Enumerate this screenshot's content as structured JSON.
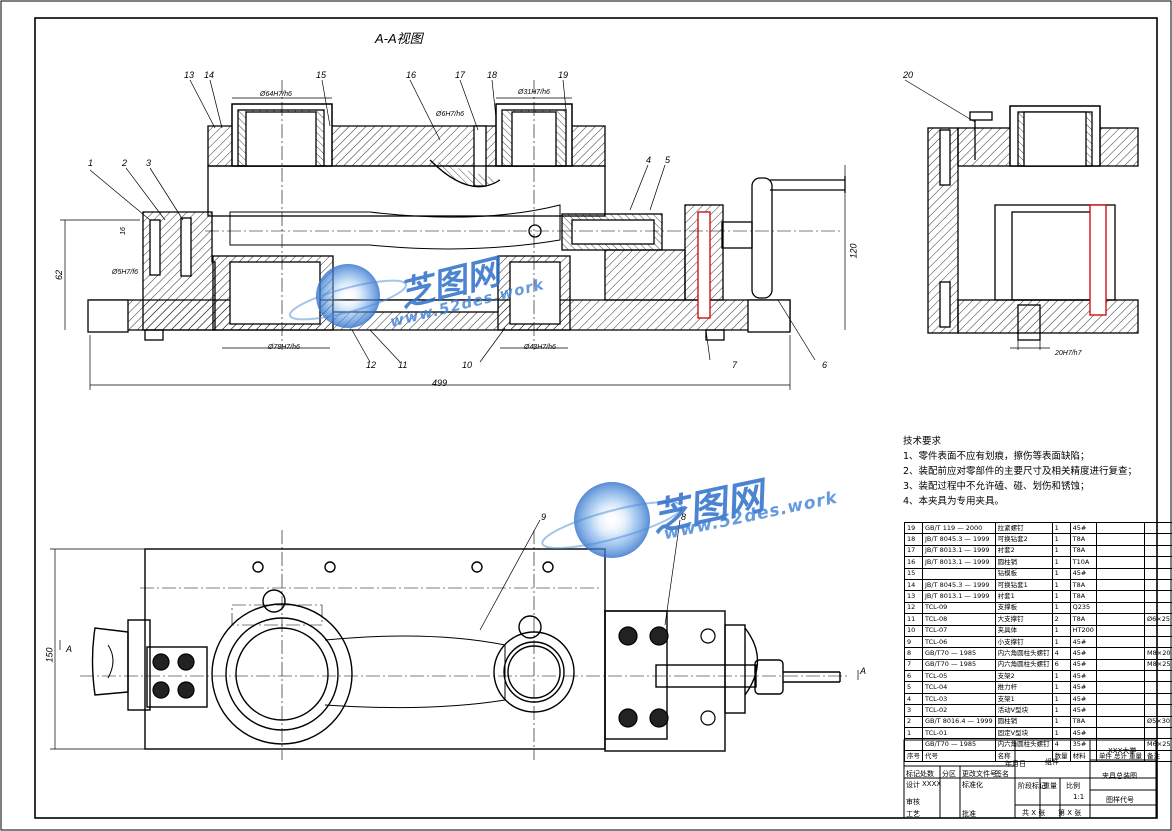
{
  "view_title": "A-A视图",
  "balloons_top": [
    "13",
    "14",
    "15",
    "16",
    "17",
    "18",
    "19",
    "20",
    "1",
    "2",
    "3",
    "4",
    "5",
    "6",
    "7",
    "10",
    "11",
    "12"
  ],
  "dimensions": {
    "d64": "Ø64H7/h6",
    "d6": "Ø6H7/h6",
    "d31": "Ø31H7/h6",
    "d5": "Ø5H7/f6",
    "d16": "16",
    "d62": "62",
    "d120": "120",
    "d499": "499",
    "d78": "Ø78H7/h6",
    "d43": "Ø43H7/h6",
    "d20": "20H7/h7",
    "d150": "150"
  },
  "balloons_bottom": [
    "9",
    "8"
  ],
  "section_mark": "A",
  "notes": {
    "heading": "技术要求",
    "items": [
      "1、零件表面不应有划痕，擦伤等表面缺陷；",
      "2、装配前应对零部件的主要尺寸及相关精度进行复查；",
      "3、装配过程中不允许磕、碰、划伤和锈蚀；",
      "4、本夹具为专用夹具。"
    ]
  },
  "watermark": {
    "brand": "芝图网",
    "url_top": "www.52des.work",
    "url_mid": "www.52des.work"
  },
  "bom": [
    [
      "19",
      "GB/T 119 — 2000",
      "拉紧螺钉",
      "1",
      "45#",
      "",
      ""
    ],
    [
      "18",
      "JB/T 8045.3 — 1999",
      "可换钻套2",
      "1",
      "T8A",
      "",
      ""
    ],
    [
      "17",
      "JB/T 8013.1 — 1999",
      "衬套2",
      "1",
      "T8A",
      "",
      ""
    ],
    [
      "16",
      "JB/T 8013.1 — 1999",
      "圆柱销",
      "1",
      "T10A",
      "",
      ""
    ],
    [
      "15",
      "",
      "钻模板",
      "1",
      "45#",
      "",
      ""
    ],
    [
      "14",
      "JB/T 8045.3 — 1999",
      "可换钻套1",
      "1",
      "T8A",
      "",
      ""
    ],
    [
      "13",
      "JB/T 8013.1 — 1999",
      "衬套1",
      "1",
      "T8A",
      "",
      ""
    ],
    [
      "12",
      "TCL-09",
      "支撑板",
      "1",
      "Q235",
      "",
      ""
    ],
    [
      "11",
      "TCL-08",
      "大支撑钉",
      "2",
      "T8A",
      "",
      "Ø6×25"
    ],
    [
      "10",
      "TCL-07",
      "夹具体",
      "1",
      "HT200",
      "",
      ""
    ],
    [
      "9",
      "TCL-06",
      "小支撑钉",
      "1",
      "45#",
      "",
      ""
    ],
    [
      "8",
      "GB/T70 — 1985",
      "内六角圆柱头螺钉",
      "4",
      "45#",
      "",
      "M8×20"
    ],
    [
      "7",
      "GB/T70 — 1985",
      "内六角圆柱头螺钉",
      "6",
      "45#",
      "",
      "M8×25"
    ],
    [
      "6",
      "TCL-05",
      "支架2",
      "1",
      "45#",
      "",
      ""
    ],
    [
      "5",
      "TCL-04",
      "推力杆",
      "1",
      "45#",
      "",
      ""
    ],
    [
      "4",
      "TCL-03",
      "支架1",
      "1",
      "45#",
      "",
      ""
    ],
    [
      "3",
      "TCL-02",
      "活动V型块",
      "1",
      "45#",
      "",
      ""
    ],
    [
      "2",
      "GB/T 8016.4 — 1999",
      "圆柱销",
      "1",
      "T8A",
      "",
      "Ø5×30"
    ],
    [
      "1",
      "TCL-01",
      "固定V型块",
      "1",
      "45#",
      "",
      ""
    ],
    [
      "",
      "GB/T70 — 1985",
      "内六角圆柱头螺钉",
      "4",
      "35#",
      "",
      "M6×25"
    ]
  ],
  "bom_header": [
    "序号",
    "代号",
    "名称",
    "数量",
    "材料",
    "单件 总计 重量",
    "备注"
  ],
  "title_block": {
    "part_name": "组件",
    "school": "XXX大学",
    "drawing_name": "夹具总装图",
    "drawing_no": "图样代号",
    "labels": [
      "标记",
      "处数",
      "分区",
      "更改文件号",
      "签名",
      "年月日",
      "设计",
      "标准化",
      "阶段标记",
      "重量",
      "比例",
      "审核",
      "工艺",
      "批准",
      "共 X 张",
      "第 X 张"
    ],
    "scale": "1:1",
    "designer": "XXXX"
  }
}
